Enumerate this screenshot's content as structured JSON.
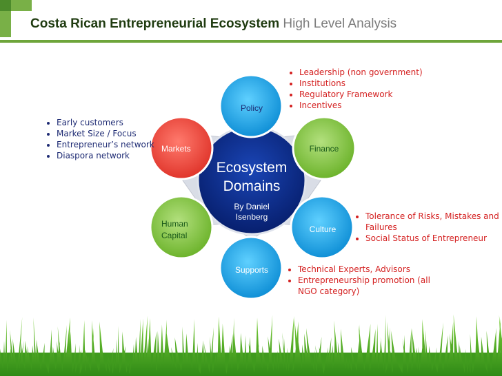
{
  "title": {
    "bold": "Costa Rican Entrepreneurial Ecosystem",
    "light": "High Level Analysis"
  },
  "center": {
    "title_line1": "Ecosystem",
    "title_line2": "Domains",
    "sub_line1": "By Daniel",
    "sub_line2": "Isenberg"
  },
  "nodes": {
    "policy": "Policy",
    "finance": "Finance",
    "culture": "Culture",
    "supports": "Supports",
    "human_capital_line1": "Human",
    "human_capital_line2": "Capital",
    "markets": "Markets"
  },
  "notes": {
    "policy": [
      "Leadership (non government)",
      "Institutions",
      "Regulatory Framework",
      "Incentives"
    ],
    "markets": [
      "Early customers",
      "Market Size / Focus",
      "Entrepreneur’s network",
      "Diaspora network"
    ],
    "culture": [
      "Tolerance of Risks, Mistakes and",
      "Failures",
      "Social Status of Entrepreneur"
    ],
    "supports": [
      "Technical Experts, Advisors",
      "Entrepreneurship promotion (all",
      "NGO category)"
    ]
  },
  "colors": {
    "accent_green": "#6ea53a",
    "center_navy": "#0b2b8c",
    "node_blue": "#1aa6e8",
    "note_red": "#d42020",
    "note_navy": "#1d2a73"
  }
}
